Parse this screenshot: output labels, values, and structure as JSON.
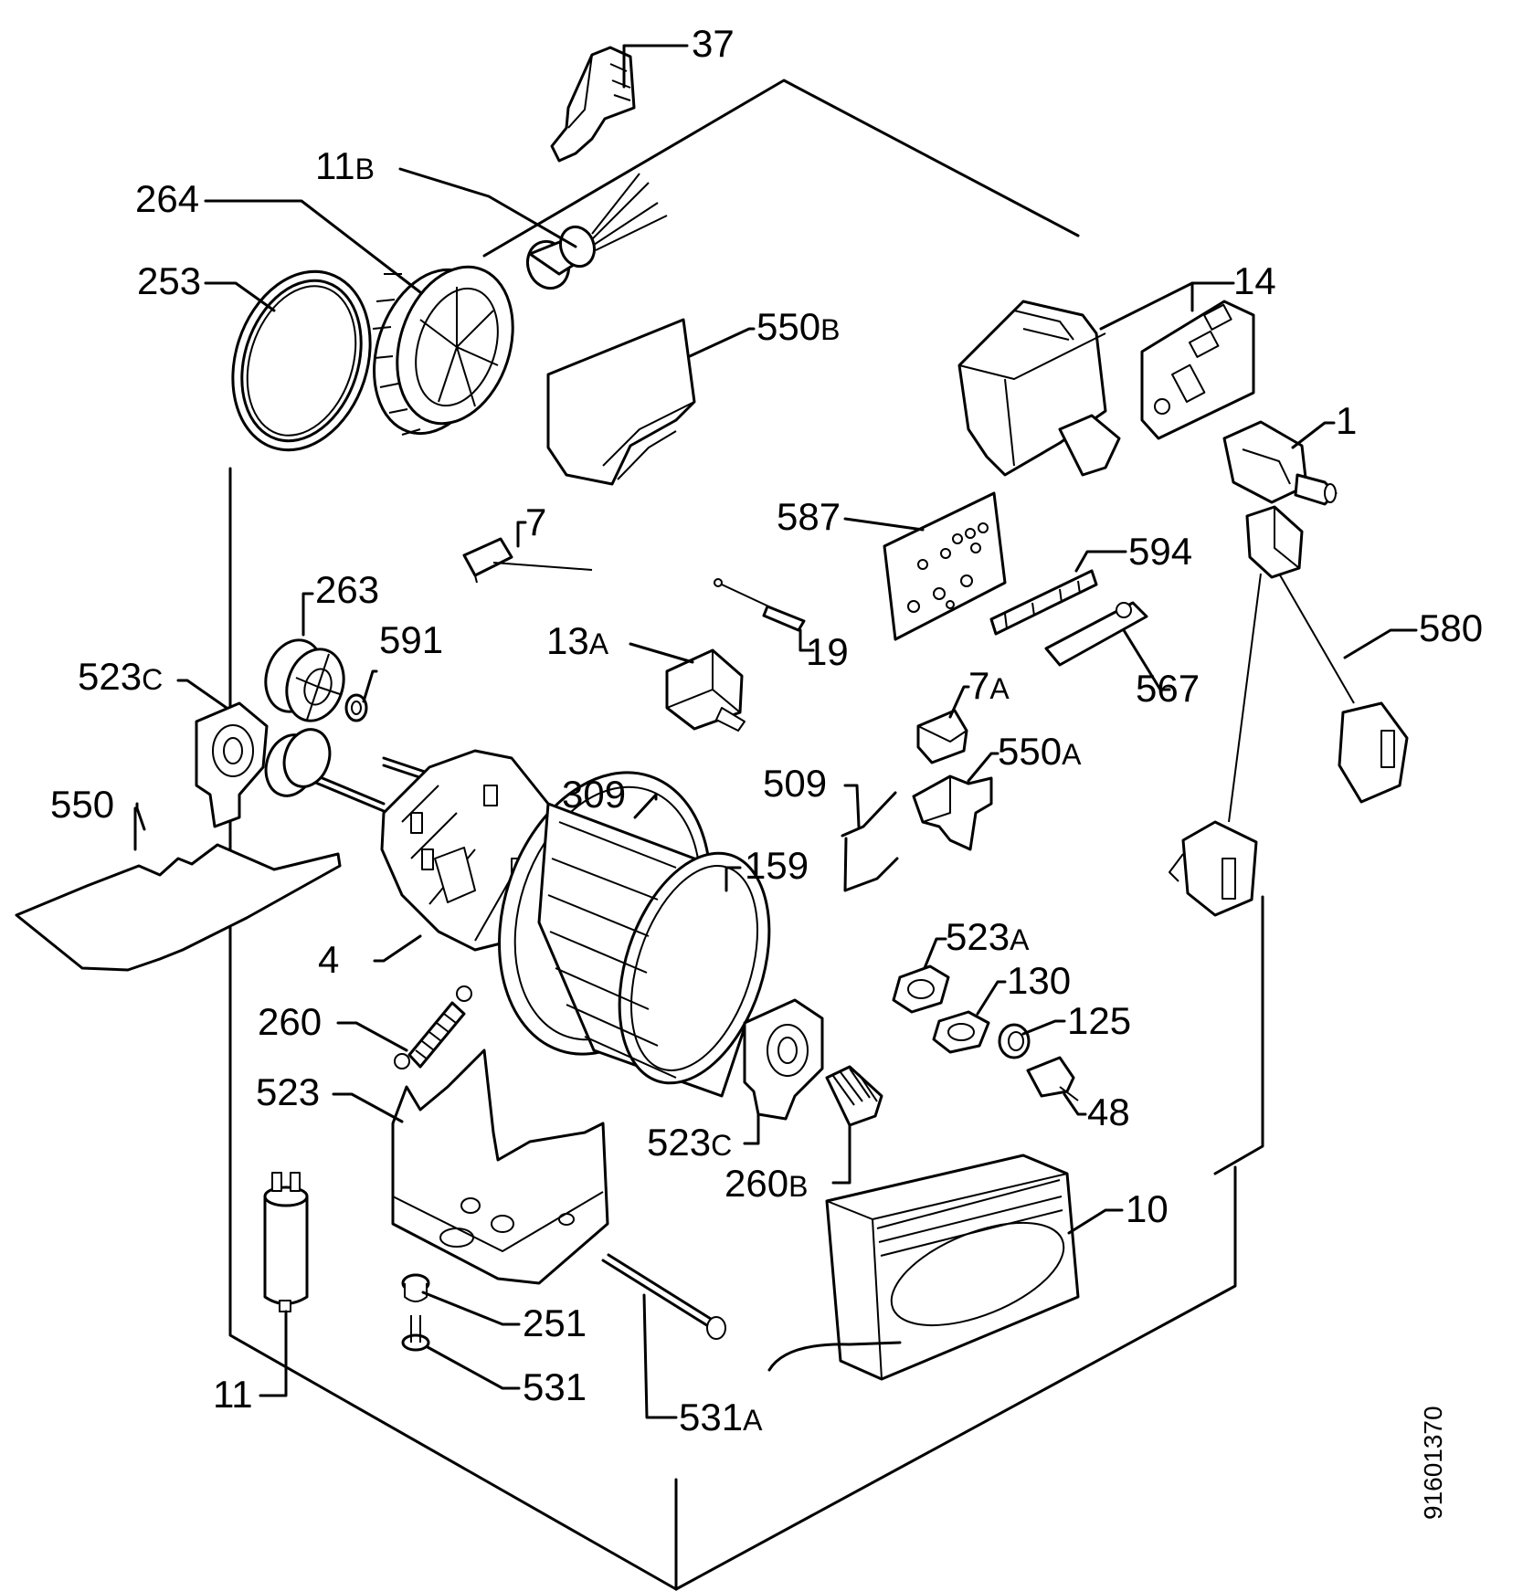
{
  "reference_number": "91601370",
  "labels": [
    {
      "id": "37",
      "num": "37",
      "sfx": ""
    },
    {
      "id": "11b",
      "num": "11",
      "sfx": "B"
    },
    {
      "id": "264",
      "num": "264",
      "sfx": ""
    },
    {
      "id": "253",
      "num": "253",
      "sfx": ""
    },
    {
      "id": "550b",
      "num": "550",
      "sfx": "B"
    },
    {
      "id": "14",
      "num": "14",
      "sfx": ""
    },
    {
      "id": "1",
      "num": "1",
      "sfx": ""
    },
    {
      "id": "587",
      "num": "587",
      "sfx": ""
    },
    {
      "id": "594",
      "num": "594",
      "sfx": ""
    },
    {
      "id": "7",
      "num": "7",
      "sfx": ""
    },
    {
      "id": "19",
      "num": "19",
      "sfx": ""
    },
    {
      "id": "580",
      "num": "580",
      "sfx": ""
    },
    {
      "id": "263",
      "num": "263",
      "sfx": ""
    },
    {
      "id": "591",
      "num": "591",
      "sfx": ""
    },
    {
      "id": "13a",
      "num": "13",
      "sfx": "A"
    },
    {
      "id": "567",
      "num": "567",
      "sfx": ""
    },
    {
      "id": "523c-top",
      "num": "523",
      "sfx": "C"
    },
    {
      "id": "7a",
      "num": "7",
      "sfx": "A"
    },
    {
      "id": "550a",
      "num": "550",
      "sfx": "A"
    },
    {
      "id": "550",
      "num": "550",
      "sfx": ""
    },
    {
      "id": "509",
      "num": "509",
      "sfx": ""
    },
    {
      "id": "309",
      "num": "309",
      "sfx": ""
    },
    {
      "id": "159",
      "num": "159",
      "sfx": ""
    },
    {
      "id": "4",
      "num": "4",
      "sfx": ""
    },
    {
      "id": "523a",
      "num": "523",
      "sfx": "A"
    },
    {
      "id": "130",
      "num": "130",
      "sfx": ""
    },
    {
      "id": "260",
      "num": "260",
      "sfx": ""
    },
    {
      "id": "125",
      "num": "125",
      "sfx": ""
    },
    {
      "id": "523",
      "num": "523",
      "sfx": ""
    },
    {
      "id": "48",
      "num": "48",
      "sfx": ""
    },
    {
      "id": "523c-bottom",
      "num": "523",
      "sfx": "C"
    },
    {
      "id": "260b",
      "num": "260",
      "sfx": "B"
    },
    {
      "id": "10",
      "num": "10",
      "sfx": ""
    },
    {
      "id": "251",
      "num": "251",
      "sfx": ""
    },
    {
      "id": "531",
      "num": "531",
      "sfx": ""
    },
    {
      "id": "11",
      "num": "11",
      "sfx": ""
    },
    {
      "id": "531a",
      "num": "531",
      "sfx": "A"
    }
  ]
}
